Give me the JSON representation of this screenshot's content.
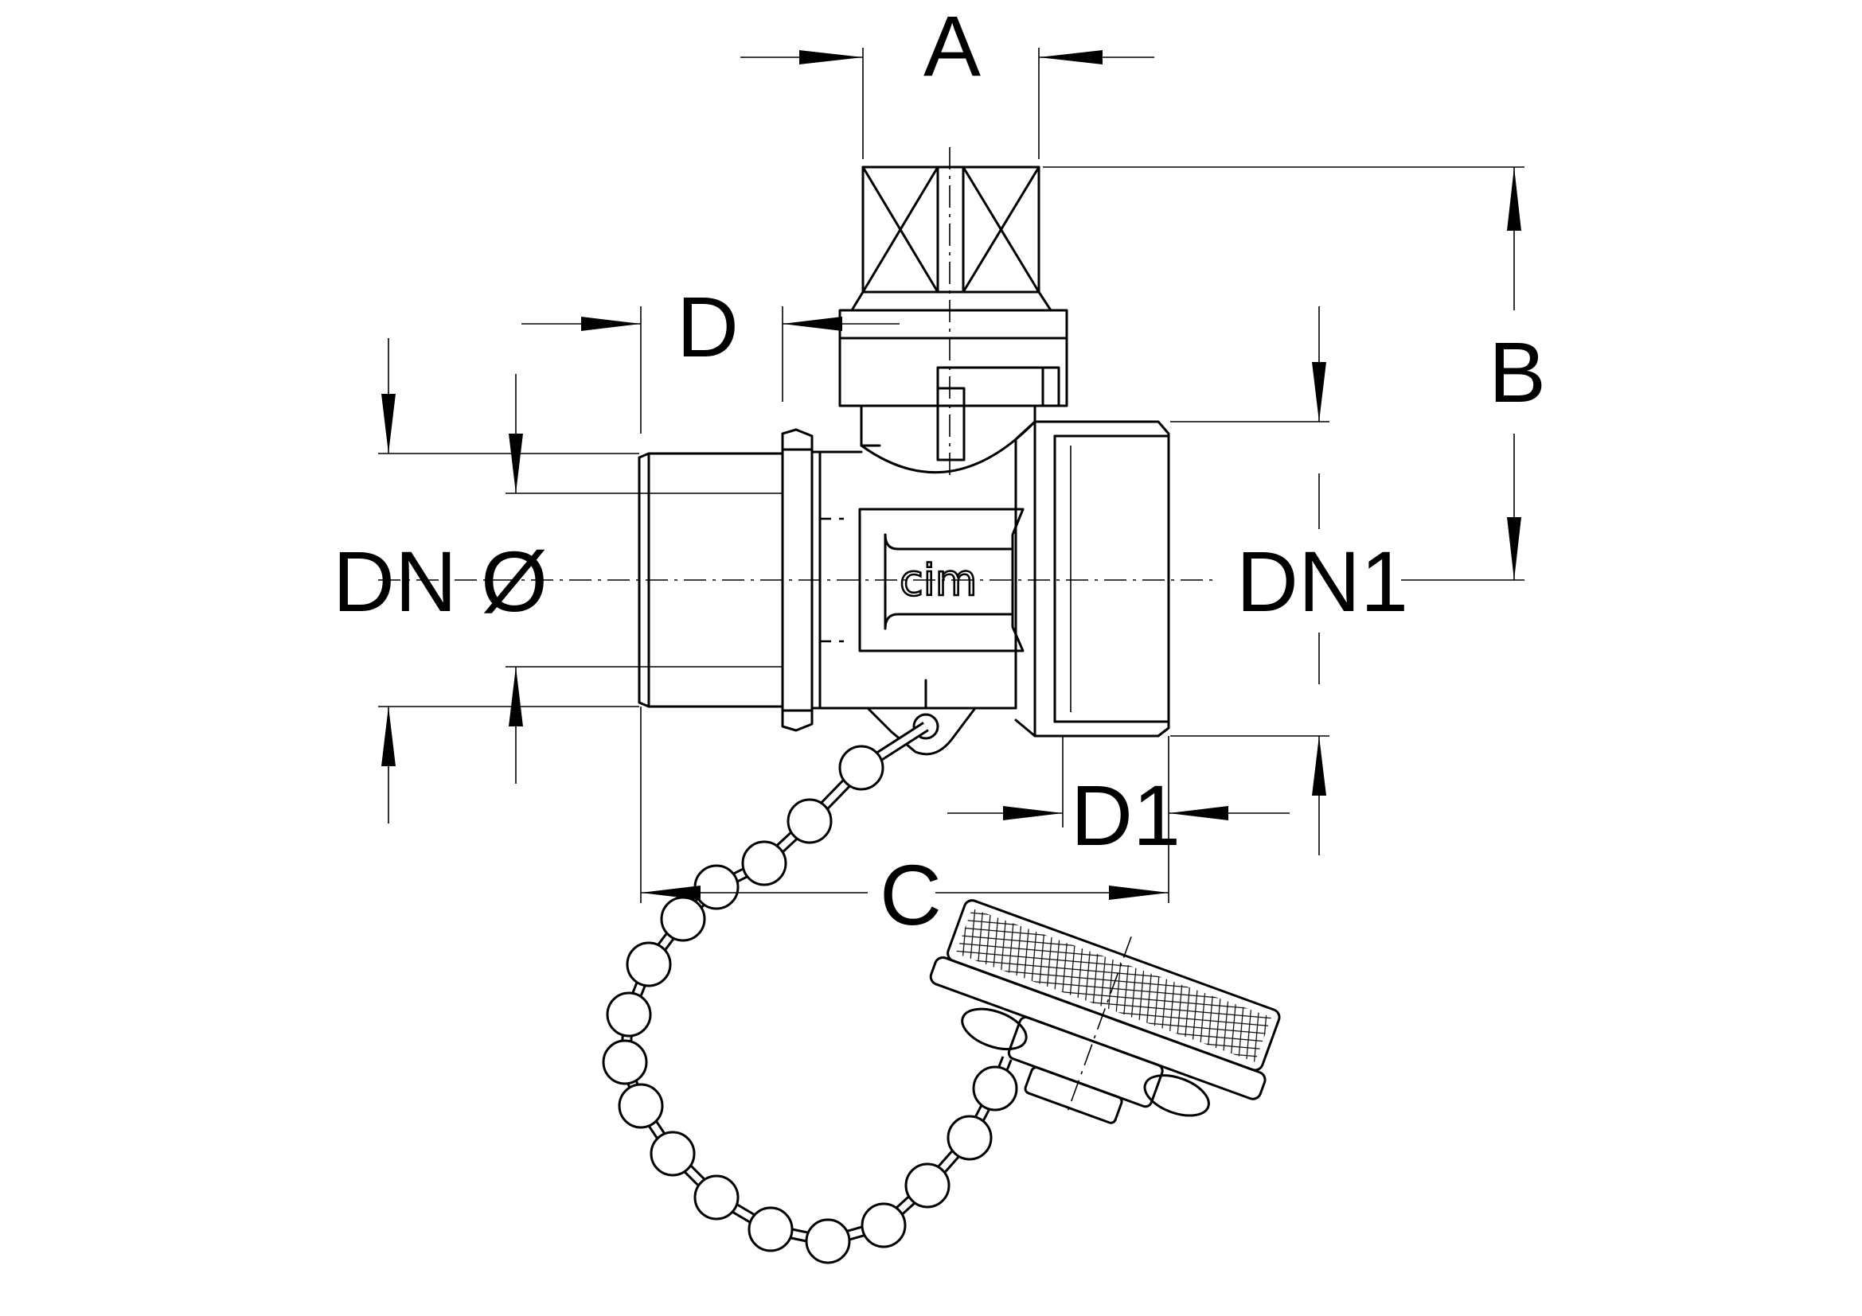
{
  "dimensions": {
    "A": "A",
    "B": "B",
    "C": "C",
    "D": "D",
    "D1": "D1",
    "DN": "DN Ø",
    "DN1": "DN1"
  },
  "logo": "cim",
  "colors": {
    "line": "#000000",
    "background": "#ffffff"
  }
}
